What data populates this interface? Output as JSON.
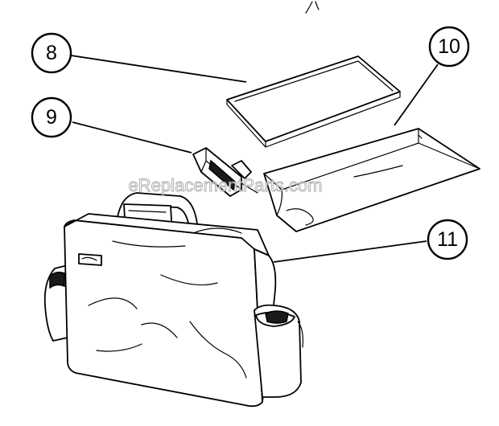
{
  "callouts": [
    {
      "id": "8",
      "label": "8"
    },
    {
      "id": "9",
      "label": "9"
    },
    {
      "id": "10",
      "label": "10"
    },
    {
      "id": "11",
      "label": "11"
    }
  ],
  "watermark": "eReplacementParts.com"
}
